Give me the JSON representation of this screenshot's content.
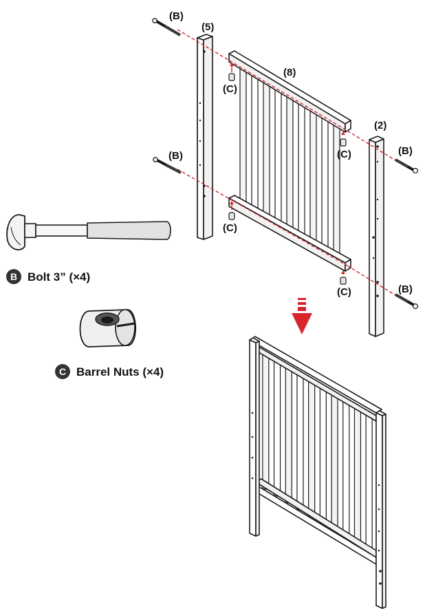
{
  "labels": {
    "bolt_b_top": "(B)",
    "bolt_b_mid": "(B)",
    "bolt_b_right_top": "(B)",
    "bolt_b_right_bottom": "(B)",
    "part_5": "(5)",
    "part_8": "(8)",
    "part_2": "(2)",
    "nut_c_1": "(C)",
    "nut_c_2": "(C)",
    "nut_c_3": "(C)",
    "nut_c_4": "(C)"
  },
  "legend": {
    "bolt": {
      "badge": "B",
      "text": "Bolt 3” (×4)"
    },
    "nut": {
      "badge": "C",
      "text": "Barrel Nuts (×4)"
    }
  },
  "colors": {
    "guide_line": "#d8262c",
    "arrow": "#d8262c",
    "badge": "#333333"
  },
  "icons": {
    "direction_arrow": "down-arrow-icon"
  }
}
